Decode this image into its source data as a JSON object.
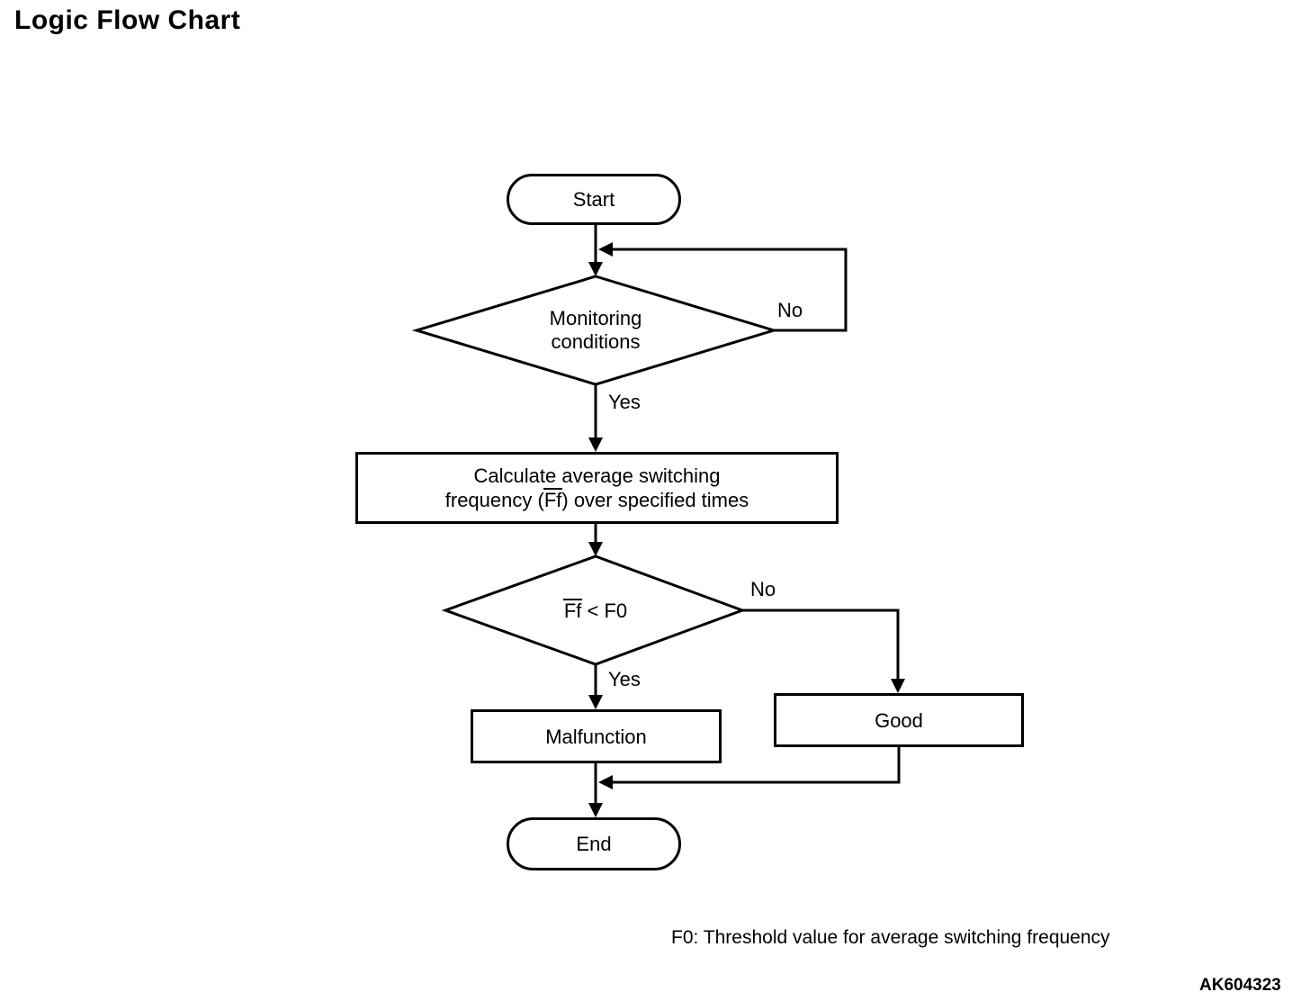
{
  "page": {
    "title": "Logic Flow Chart",
    "footnote": "F0: Threshold value for average switching frequency",
    "figure_code": "AK604323"
  },
  "colors": {
    "line": "#000000",
    "background": "#ffffff",
    "text": "#000000"
  },
  "flowchart": {
    "start": {
      "label": "Start"
    },
    "decision_monitoring": {
      "line1": "Monitoring",
      "line2": "conditions",
      "no_label": "No",
      "yes_label": "Yes"
    },
    "process_calculate": {
      "line1": "Calculate average switching",
      "line2_prefix": "frequency (",
      "line2_overlined": "Ff",
      "line2_suffix": ") over specified times"
    },
    "decision_threshold": {
      "overlined": "Ff",
      "rest": " < F0",
      "no_label": "No",
      "yes_label": "Yes"
    },
    "process_malfunction": {
      "label": "Malfunction"
    },
    "process_good": {
      "label": "Good"
    },
    "end": {
      "label": "End"
    }
  }
}
